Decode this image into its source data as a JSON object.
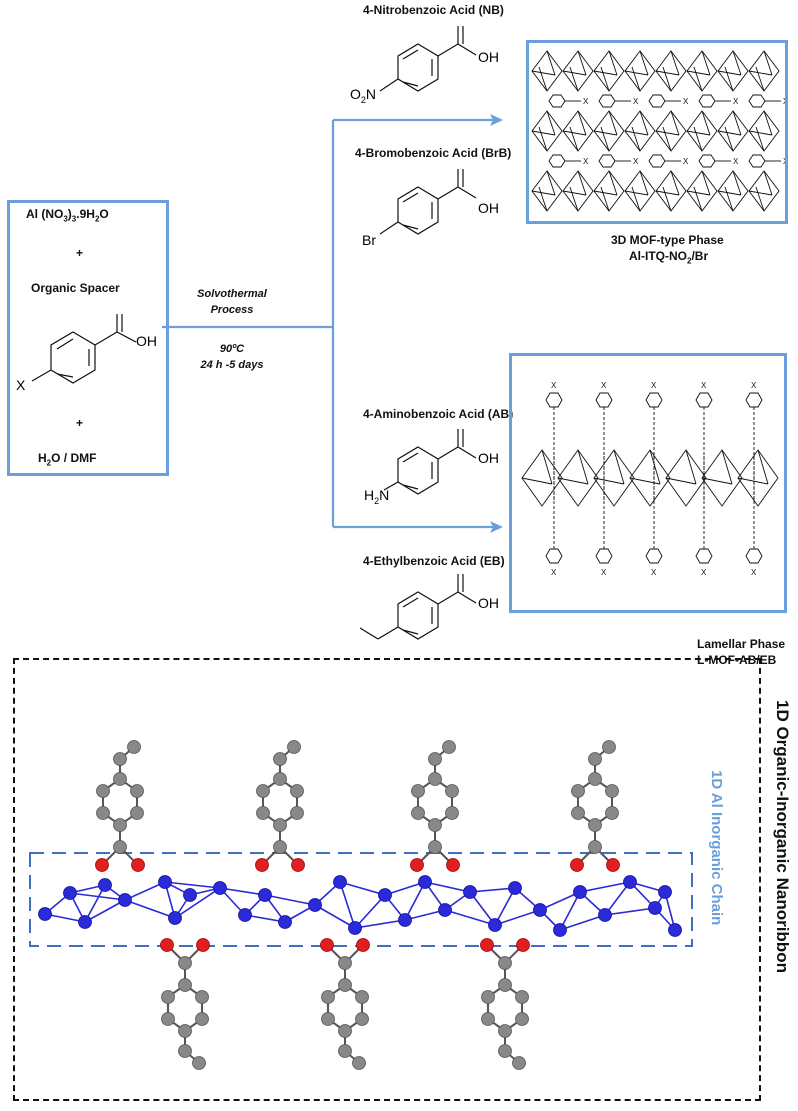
{
  "reactants": {
    "salt_prefix": "Al (NO",
    "salt_sub3": "3",
    "salt_mid": ")",
    "salt_sub3b": "3",
    "salt_suffix": ".9H",
    "salt_sub2": "2",
    "salt_end": "O",
    "plus1": "+",
    "spacer": "Organic Spacer",
    "plus2": "+",
    "solvent_pre": "H",
    "solvent_sub": "2",
    "solvent_post": "O / DMF",
    "x_label": "X",
    "oh_label": "OH",
    "o_label": "O"
  },
  "process": {
    "line1": "Solvothermal",
    "line2": "Process",
    "temp": "90ºC",
    "time": "24 h -5 days"
  },
  "acids": {
    "nb": {
      "name": "4-Nitrobenzoic Acid (NB)",
      "sub": "O",
      "sub2": "2",
      "subN": "N"
    },
    "brb": {
      "name": "4-Bromobenzoic Acid (BrB)",
      "sub": "Br"
    },
    "ab": {
      "name": "4-Aminobenzoic Acid (AB)",
      "sub": "H",
      "sub2": "2",
      "subN": "N"
    },
    "eb": {
      "name": "4-Ethylbenzoic Acid (EB)"
    }
  },
  "phases": {
    "mof3d_line1": "3D MOF-type Phase",
    "mof3d_line2_pre": "Al-ITQ-NO",
    "mof3d_line2_sub": "2",
    "mof3d_line2_post": "/Br",
    "lamellar_line1": "Lamellar Phase",
    "lamellar_line2": "L-MOF-AB/EB"
  },
  "nanoribbon": {
    "outer_label": "1D Organic-Inorganic Nanoribbon",
    "inner_label": "1D Al Inorganic Chain"
  },
  "colors": {
    "frame_blue": "#6a9fdc",
    "chain_blue": "#2a2ad8",
    "oxygen_red": "#e02020",
    "carbon_grey": "#888888",
    "inner_label_blue": "#6a9fdc"
  }
}
